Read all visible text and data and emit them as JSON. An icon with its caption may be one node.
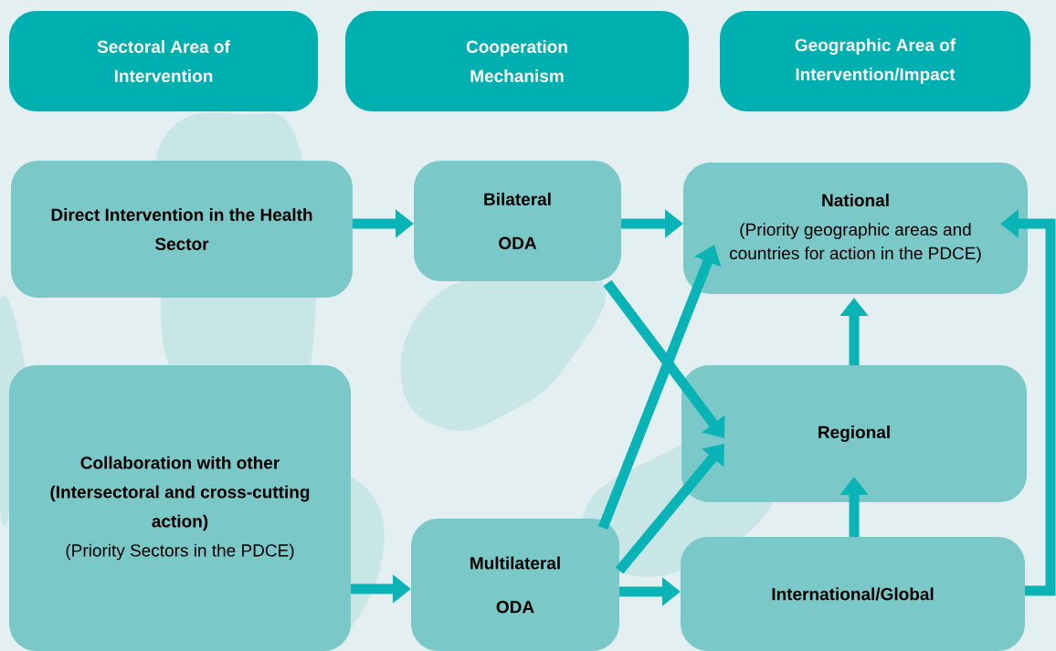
{
  "diagram": {
    "nodes": [
      {
        "text": [
          "Sectoral Area of Intervention"
        ]
      },
      {
        "text": [
          "Cooperation Mechanism"
        ]
      },
      {
        "text": [
          "Geographic Area of Intervention/Impact"
        ]
      },
      {
        "text": [
          "Direct Intervention in the Health Sector"
        ]
      },
      {
        "text": [
          "Bilateral ODA"
        ]
      },
      {
        "text": [
          "National",
          "(Priority geographic areas and countries for action in the PDCE)"
        ]
      },
      {
        "text": [
          "Collaboration with other (Intersectoral and cross-cutting action)",
          "(Priority Sectors in the PDCE)"
        ]
      },
      {
        "text": [
          "Regional"
        ]
      },
      {
        "text": [
          "Multilateral ODA"
        ]
      },
      {
        "text": [
          "International/Global"
        ]
      }
    ],
    "edges": [
      {
        "from": 3,
        "to": 4,
        "arrow": "to"
      },
      {
        "from": 4,
        "to": 5,
        "arrow": "to"
      },
      {
        "from": 4,
        "to": 7,
        "arrow": "to"
      },
      {
        "from": 6,
        "to": 8,
        "arrow": "to"
      },
      {
        "from": 8,
        "to": 5,
        "arrow": "to"
      },
      {
        "from": 8,
        "to": 7,
        "arrow": "to"
      },
      {
        "from": 8,
        "to": 9,
        "arrow": "to"
      },
      {
        "from": 9,
        "to": 7,
        "arrow": "to"
      },
      {
        "from": 7,
        "to": 5,
        "arrow": "to"
      },
      {
        "from": 9,
        "to": 5,
        "arrow": "to"
      }
    ]
  }
}
